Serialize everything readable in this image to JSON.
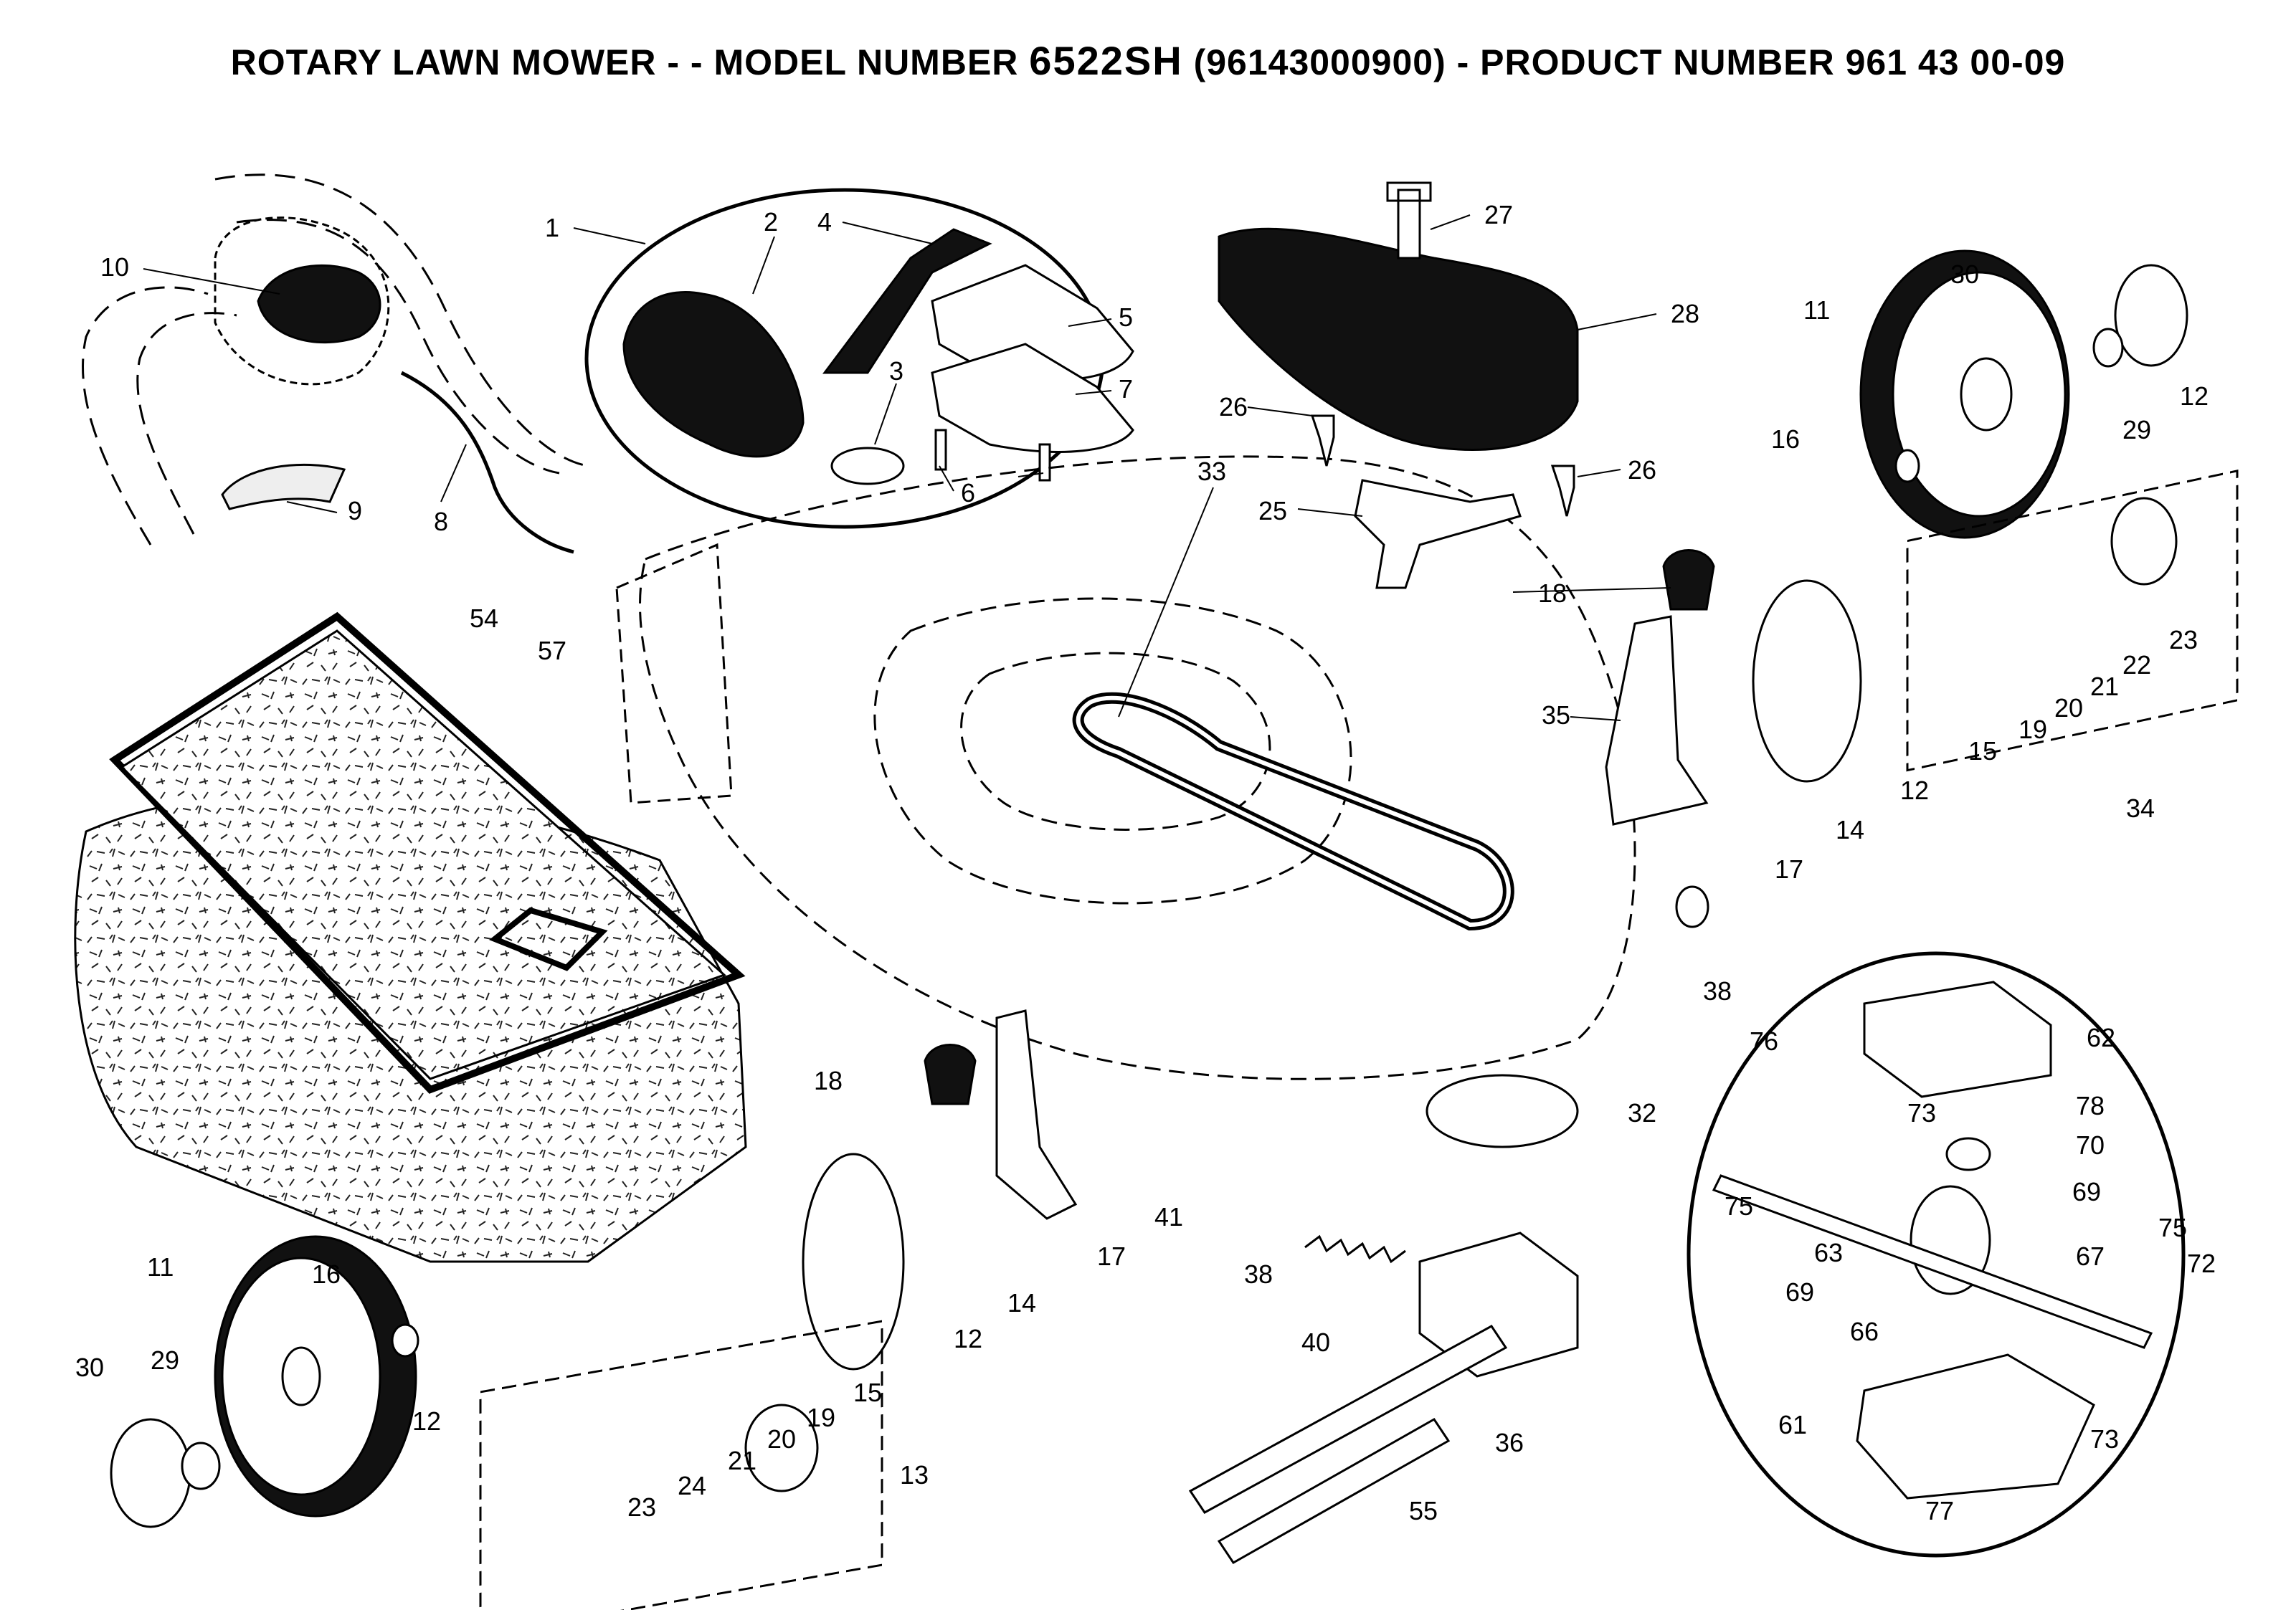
{
  "title": {
    "prefix": "ROTARY LAWN MOWER - - MODEL NUMBER ",
    "model": "6522SH",
    "suffix": " (96143000900) - PRODUCT NUMBER 961 43 00-09"
  },
  "callouts": [
    {
      "id": "c1",
      "text": "1"
    },
    {
      "id": "c2",
      "text": "2"
    },
    {
      "id": "c3",
      "text": "3"
    },
    {
      "id": "c4",
      "text": "4"
    },
    {
      "id": "c5",
      "text": "5"
    },
    {
      "id": "c6",
      "text": "6"
    },
    {
      "id": "c7",
      "text": "7"
    },
    {
      "id": "c8",
      "text": "8"
    },
    {
      "id": "c9",
      "text": "9"
    },
    {
      "id": "c10",
      "text": "10"
    },
    {
      "id": "c11a",
      "text": "11"
    },
    {
      "id": "c11b",
      "text": "11"
    },
    {
      "id": "c12a",
      "text": "12"
    },
    {
      "id": "c12b",
      "text": "12"
    },
    {
      "id": "c12c",
      "text": "12"
    },
    {
      "id": "c12d",
      "text": "12"
    },
    {
      "id": "c13",
      "text": "13"
    },
    {
      "id": "c14a",
      "text": "14"
    },
    {
      "id": "c14b",
      "text": "14"
    },
    {
      "id": "c15a",
      "text": "15"
    },
    {
      "id": "c15b",
      "text": "15"
    },
    {
      "id": "c16a",
      "text": "16"
    },
    {
      "id": "c16b",
      "text": "16"
    },
    {
      "id": "c17a",
      "text": "17"
    },
    {
      "id": "c17b",
      "text": "17"
    },
    {
      "id": "c18a",
      "text": "18"
    },
    {
      "id": "c18b",
      "text": "18"
    },
    {
      "id": "c19a",
      "text": "19"
    },
    {
      "id": "c19b",
      "text": "19"
    },
    {
      "id": "c20a",
      "text": "20"
    },
    {
      "id": "c20b",
      "text": "20"
    },
    {
      "id": "c21a",
      "text": "21"
    },
    {
      "id": "c21b",
      "text": "21"
    },
    {
      "id": "c22",
      "text": "22"
    },
    {
      "id": "c23a",
      "text": "23"
    },
    {
      "id": "c23b",
      "text": "23"
    },
    {
      "id": "c24",
      "text": "24"
    },
    {
      "id": "c25",
      "text": "25"
    },
    {
      "id": "c26a",
      "text": "26"
    },
    {
      "id": "c26b",
      "text": "26"
    },
    {
      "id": "c27",
      "text": "27"
    },
    {
      "id": "c28",
      "text": "28"
    },
    {
      "id": "c29a",
      "text": "29"
    },
    {
      "id": "c29b",
      "text": "29"
    },
    {
      "id": "c30a",
      "text": "30"
    },
    {
      "id": "c30b",
      "text": "30"
    },
    {
      "id": "c32",
      "text": "32"
    },
    {
      "id": "c33",
      "text": "33"
    },
    {
      "id": "c34",
      "text": "34"
    },
    {
      "id": "c35",
      "text": "35"
    },
    {
      "id": "c36",
      "text": "36"
    },
    {
      "id": "c38a",
      "text": "38"
    },
    {
      "id": "c38b",
      "text": "38"
    },
    {
      "id": "c40",
      "text": "40"
    },
    {
      "id": "c41",
      "text": "41"
    },
    {
      "id": "c54",
      "text": "54"
    },
    {
      "id": "c55",
      "text": "55"
    },
    {
      "id": "c57",
      "text": "57"
    },
    {
      "id": "c61",
      "text": "61"
    },
    {
      "id": "c62",
      "text": "62"
    },
    {
      "id": "c63",
      "text": "63"
    },
    {
      "id": "c66",
      "text": "66"
    },
    {
      "id": "c67",
      "text": "67"
    },
    {
      "id": "c69a",
      "text": "69"
    },
    {
      "id": "c69b",
      "text": "69"
    },
    {
      "id": "c70",
      "text": "70"
    },
    {
      "id": "c72",
      "text": "72"
    },
    {
      "id": "c73a",
      "text": "73"
    },
    {
      "id": "c73b",
      "text": "73"
    },
    {
      "id": "c75a",
      "text": "75"
    },
    {
      "id": "c75b",
      "text": "75"
    },
    {
      "id": "c76",
      "text": "76"
    },
    {
      "id": "c77",
      "text": "77"
    },
    {
      "id": "c78",
      "text": "78"
    }
  ]
}
